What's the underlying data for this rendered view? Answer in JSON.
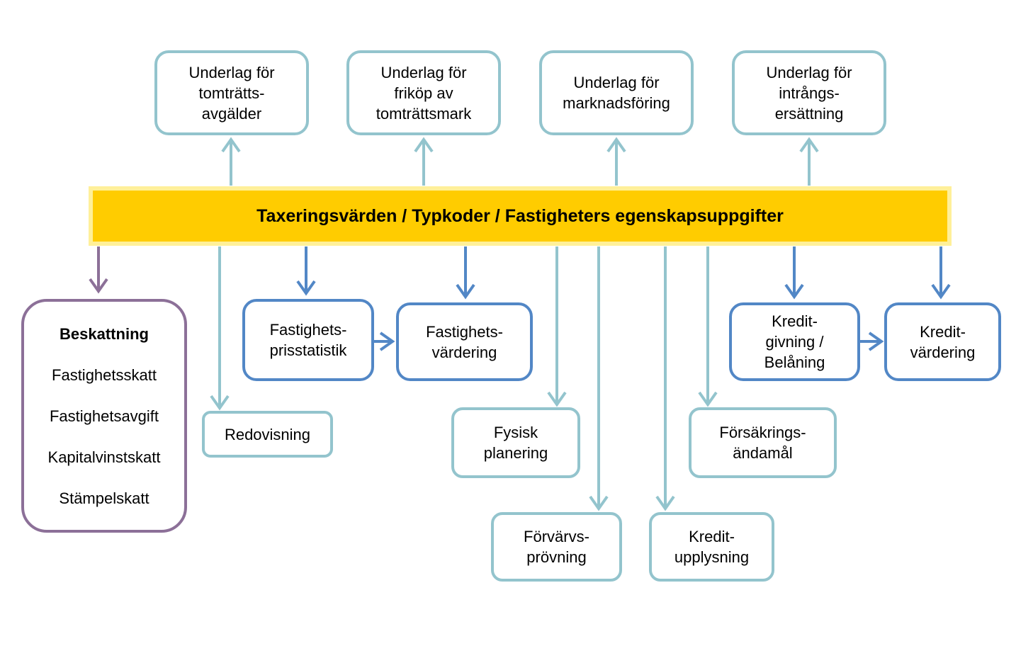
{
  "banner": {
    "text": "Taxeringsvärden / Typkoder / Fastigheters egenskapsuppgifter",
    "fill_color": "#ffcc00",
    "border_color": "#fff099"
  },
  "colors": {
    "teal": "#93c4cd",
    "blue": "#5287c6",
    "purple": "#8c7098"
  },
  "top_boxes": [
    {
      "lines": [
        "Underlag för",
        "tomträtts-",
        "avgälder"
      ]
    },
    {
      "lines": [
        "Underlag för",
        "friköp av",
        "tomträttsmark"
      ]
    },
    {
      "lines": [
        "Underlag för",
        "marknadsföring"
      ]
    },
    {
      "lines": [
        "Underlag för",
        "intrångs-",
        "ersättning"
      ]
    }
  ],
  "taxation": {
    "title": "Beskattning",
    "items": [
      "Fastighetsskatt",
      "Fastighetsavgift",
      "Kapitalvinstskatt",
      "Stämpelskatt"
    ]
  },
  "redovisning": {
    "lines": [
      "Redovisning"
    ]
  },
  "prisstatistik": {
    "lines": [
      "Fastighets-",
      "prisstatistik"
    ]
  },
  "fastighetsvardering": {
    "lines": [
      "Fastighets-",
      "värdering"
    ]
  },
  "fysisk_planering": {
    "lines": [
      "Fysisk",
      "planering"
    ]
  },
  "forvarvsprovning": {
    "lines": [
      "Förvärvs-",
      "prövning"
    ]
  },
  "kreditupplysning": {
    "lines": [
      "Kredit-",
      "upplysning"
    ]
  },
  "forsakring": {
    "lines": [
      "Försäkrings-",
      "ändamål"
    ]
  },
  "kreditgivning": {
    "lines": [
      "Kredit-",
      "givning /",
      "Belåning"
    ]
  },
  "kreditvardering": {
    "lines": [
      "Kredit-",
      "värdering"
    ]
  }
}
